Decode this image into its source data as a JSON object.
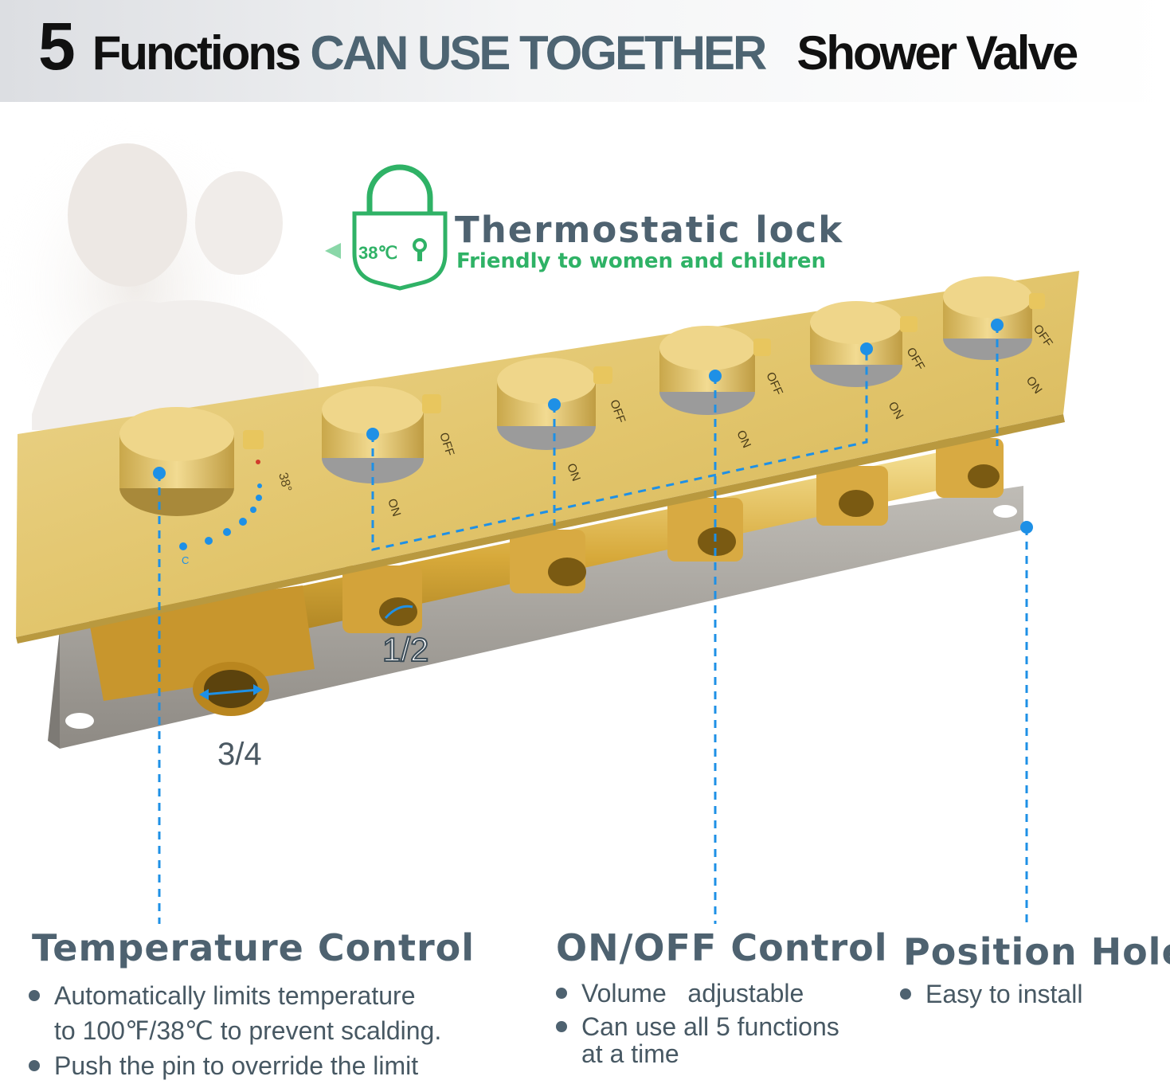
{
  "header": {
    "number": "5",
    "functions": "Functions",
    "emphasis": "CAN USE TOGETHER",
    "product": "Shower Valve"
  },
  "lock": {
    "badge": "38℃",
    "title": "Thermostatic lock",
    "subtitle": "Friendly to women and children"
  },
  "valve": {
    "temp_mark": "38°",
    "cold_mark": "C",
    "off_label": "OFF",
    "on_label": "ON",
    "outlet_size": "1/2",
    "inlet_size": "3/4"
  },
  "features": {
    "temperature": {
      "title": "Temperature Control",
      "line1": "Automatically limits temperature",
      "line2": "to 100℉/38℃ to prevent scalding.",
      "line3": "Push the pin to override the limit"
    },
    "onoff": {
      "title": "ON/OFF Control",
      "line1": "Volume   adjustable",
      "line2": "Can use all 5 functions",
      "line3": "at a time"
    },
    "holes": {
      "title": "Position Holes",
      "line1": "Easy to install"
    }
  },
  "colors": {
    "brass": "#e2c56c",
    "accent_blue": "#1e90e6",
    "lock_green": "#2fb266",
    "heading_gray": "#4e6270"
  }
}
